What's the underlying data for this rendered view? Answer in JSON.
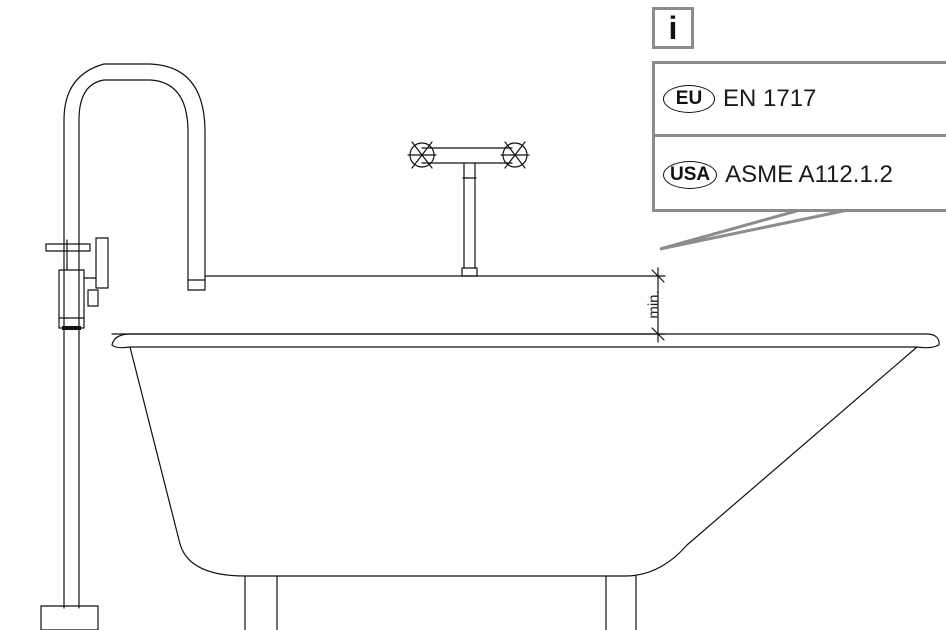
{
  "info": {
    "symbol": "i"
  },
  "standards": [
    {
      "region": "EU",
      "code": "EN 1717"
    },
    {
      "region": "USA",
      "code": "ASME A112.1.2"
    }
  ],
  "dimension_label": "min.",
  "colors": {
    "frame_gray": "#8c8c8c",
    "line": "#111111",
    "background": "#ffffff"
  }
}
